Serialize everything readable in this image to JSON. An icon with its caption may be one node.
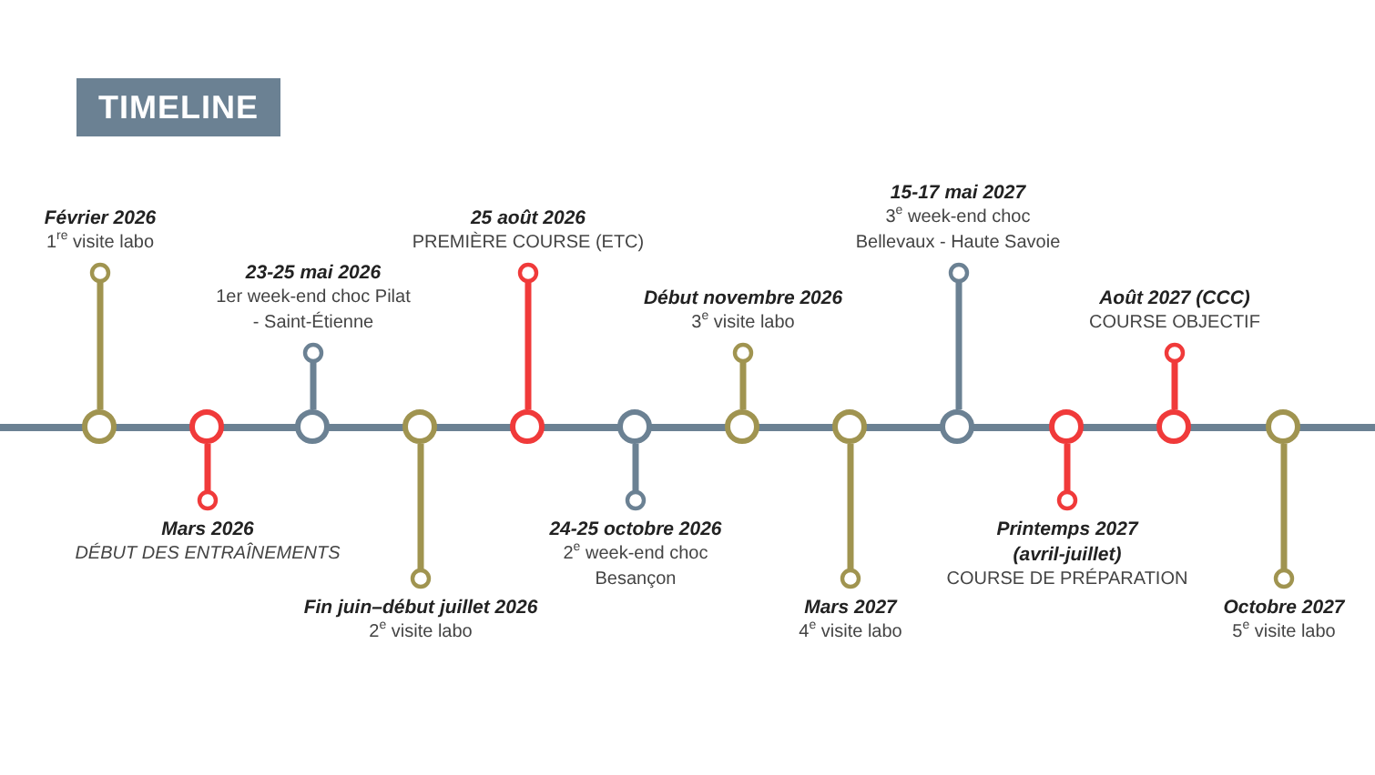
{
  "diagram": {
    "title": "TIMELINE",
    "nodes": [
      {
        "text": [
          "Février 2026",
          "1$^{re}$ visite labo"
        ]
      },
      {
        "text": [
          "Mars 2026",
          "DÉBUT DES ENTRAÎNEMENTS"
        ]
      },
      {
        "text": [
          "23-25 mai 2026",
          "1er week-end choc Pilat - Saint-Étienne"
        ]
      },
      {
        "text": [
          "Fin juin–début juillet 2026",
          "2$^{e}$ visite labo"
        ]
      },
      {
        "text": [
          "25 août 2026",
          "PREMIÈRE COURSE (ETC)"
        ]
      },
      {
        "text": [
          "24-25 octobre 2026",
          "2$^{e}$ week-end choc Besançon"
        ]
      },
      {
        "text": [
          "Début novembre 2026",
          "3$^{e}$ visite labo"
        ]
      },
      {
        "text": [
          "Mars 2027",
          "4$^{e}$ visite labo"
        ]
      },
      {
        "text": [
          "15-17 mai 2027",
          "3$^{e}$ week-end choc Bellevaux - Haute Savoie"
        ]
      },
      {
        "text": [
          "Printemps 2027 (avril-juillet)",
          "COURSE DE PRÉPARATION"
        ]
      },
      {
        "text": [
          "Août 2027 (CCC)",
          "COURSE OBJECTIF"
        ]
      },
      {
        "text": [
          "Octobre 2027",
          "5$^{e}$ visite labo"
        ]
      },
      {
        "text": [],
        "shape": "circle"
      },
      {
        "text": [],
        "shape": "circle"
      },
      {
        "text": [],
        "shape": "circle"
      },
      {
        "text": [],
        "shape": "circle"
      },
      {
        "text": [],
        "shape": "circle"
      },
      {
        "text": [],
        "shape": "circle"
      },
      {
        "text": [],
        "shape": "circle"
      },
      {
        "text": [],
        "shape": "circle"
      },
      {
        "text": [],
        "shape": "circle"
      },
      {
        "text": [],
        "shape": "circle"
      },
      {
        "text": [],
        "shape": "circle"
      },
      {
        "text": [],
        "shape": "circle"
      }
    ],
    "edges": [
      {
        "from": 12,
        "to": 0,
        "arrow": "other"
      },
      {
        "from": 13,
        "to": 1,
        "arrow": "other",
        "color": "#f03a3a"
      },
      {
        "from": 14,
        "to": 2,
        "arrow": "other",
        "color": "#6b8193"
      },
      {
        "from": 15,
        "to": 3,
        "arrow": "other"
      },
      {
        "from": 16,
        "to": 4,
        "arrow": "other",
        "color": "#f03a3a"
      },
      {
        "from": 17,
        "to": 5,
        "arrow": "other",
        "color": "#6b8193"
      },
      {
        "from": 18,
        "to": 6,
        "arrow": "other"
      },
      {
        "from": 19,
        "to": 7,
        "arrow": "other"
      },
      {
        "from": 20,
        "to": 8,
        "arrow": "other",
        "color": "#6b8193"
      },
      {
        "from": 21,
        "to": 9,
        "arrow": "other",
        "color": "#f03a3a"
      },
      {
        "from": 22,
        "to": 10,
        "arrow": "other",
        "color": "#f03a3a"
      },
      {
        "from": 23,
        "to": 11,
        "arrow": "other"
      }
    ]
  }
}
